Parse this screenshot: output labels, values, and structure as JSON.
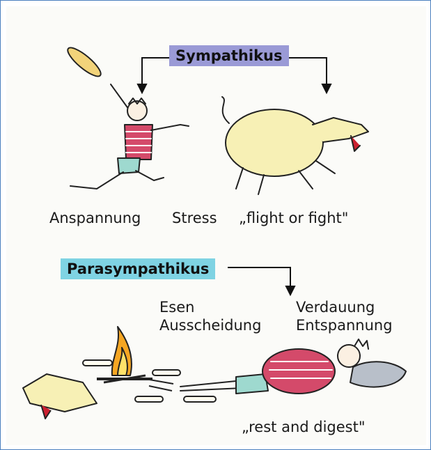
{
  "labels": {
    "sympathikus": "Sympathikus",
    "parasympathikus": "Parasympathikus"
  },
  "captions": {
    "anspannung": "Anspannung",
    "stress": "Stress",
    "flight_or_fight": "„flight or fight\"",
    "essen": "Esen",
    "ausscheidung": "Ausscheidung",
    "verdauung": "Verdauung",
    "entspannung": "Entspannung",
    "rest_and_digest": "„rest and digest\""
  },
  "colors": {
    "sympathikus_box": "#9a9ad6",
    "parasympathikus_box": "#7fd3e3",
    "frame_border": "#4a7fbf"
  }
}
